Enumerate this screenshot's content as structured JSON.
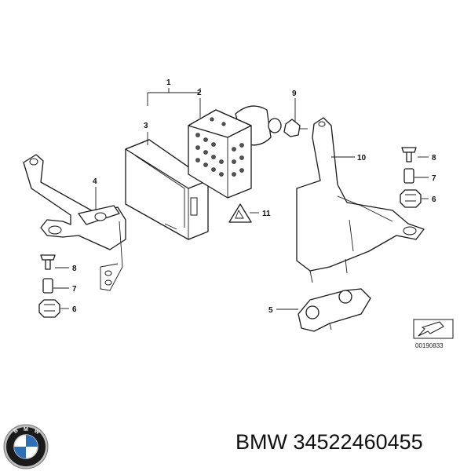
{
  "callouts": {
    "c1": "1",
    "c2": "2",
    "c3": "3",
    "c4": "4",
    "c5": "5",
    "c6a": "6",
    "c6b": "6",
    "c7a": "7",
    "c7b": "7",
    "c8a": "8",
    "c8b": "8",
    "c9": "9",
    "c10": "10",
    "c11": "11"
  },
  "reference_code": "00190833",
  "caption": "BMW 34522460455",
  "logo": {
    "brand": "BMW",
    "colors": {
      "ring": "#1a1a1a",
      "blue": "#2f6fb5",
      "white": "#ffffff",
      "chrome": "#bdbdbd"
    }
  }
}
